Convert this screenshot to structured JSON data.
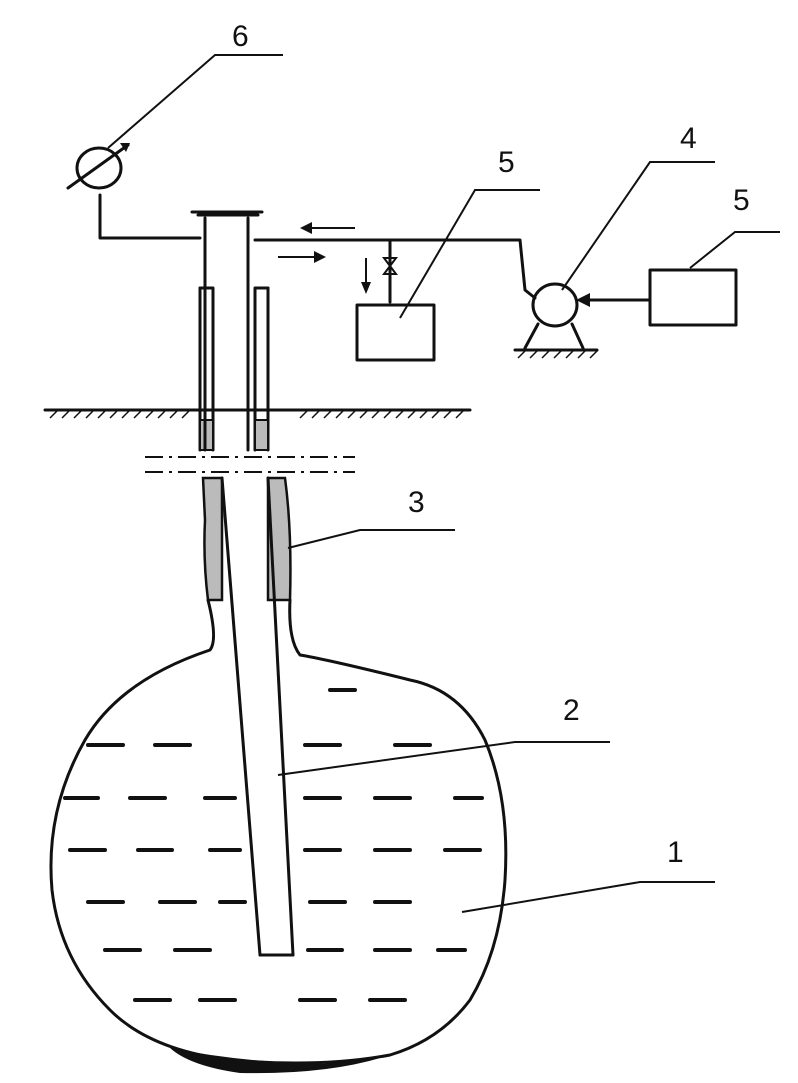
{
  "diagram": {
    "labels": {
      "cavern": "1",
      "tubing": "2",
      "casing_cement": "3",
      "pump": "4",
      "tank_left": "5",
      "tank_right": "5",
      "meter": "6"
    }
  }
}
